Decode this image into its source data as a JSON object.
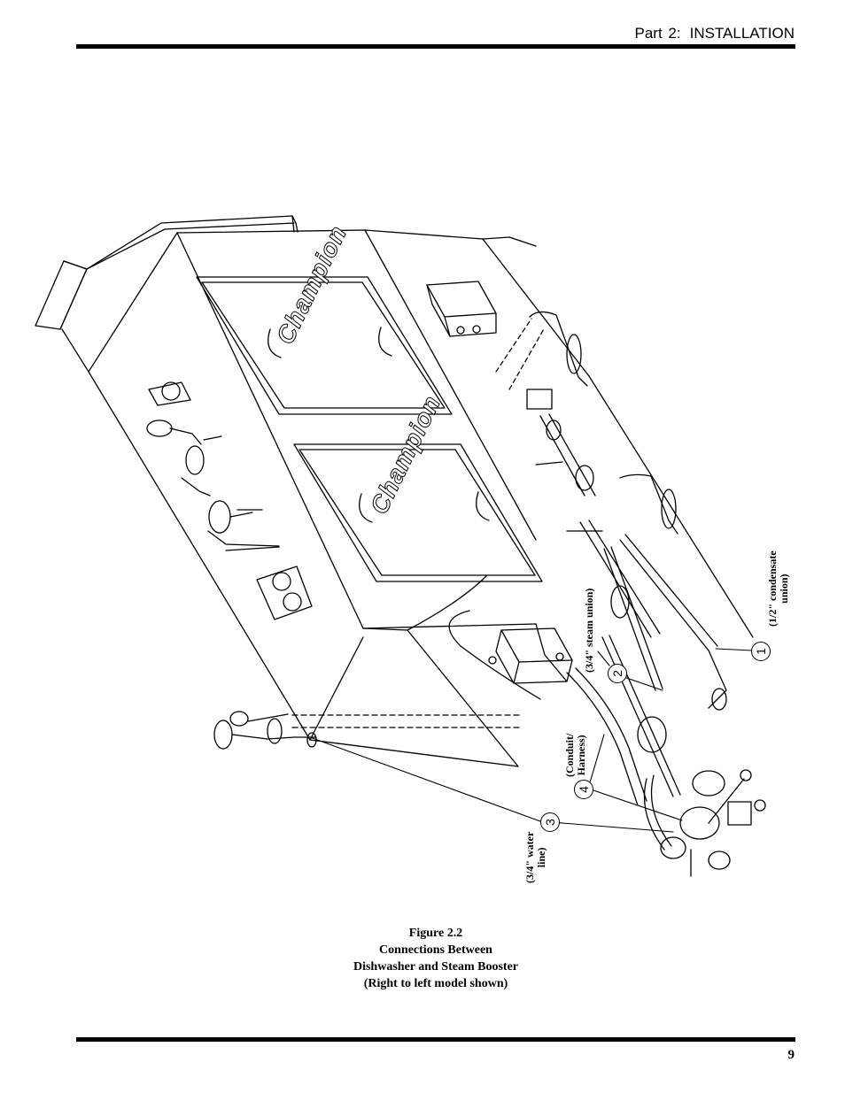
{
  "header": {
    "section": "Part 2:",
    "title": "INSTALLATION"
  },
  "figure": {
    "brand_text": "Champion",
    "callouts": [
      {
        "number": "1",
        "label_line1": "(1/2\" condensate",
        "label_line2": "union)"
      },
      {
        "number": "2",
        "label_line1": "(3/4\" steam union)",
        "label_line2": ""
      },
      {
        "number": "3",
        "label_line1": "(3/4\" water",
        "label_line2": "line)"
      },
      {
        "number": "4",
        "label_line1": "(Conduit/",
        "label_line2": "Harness)"
      }
    ]
  },
  "caption": {
    "line1": "Figure 2.2",
    "line2": "Connections Between",
    "line3": "Dishwasher and Steam Booster",
    "line4": "(Right to left model shown)"
  },
  "footer": {
    "page_number": "9"
  }
}
